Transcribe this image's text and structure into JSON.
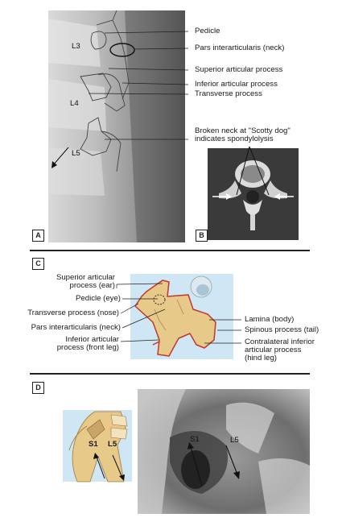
{
  "panels": {
    "a": "A",
    "b": "B",
    "c": "C",
    "d": "D"
  },
  "xray": {
    "l3": "L3",
    "l4": "L4",
    "l5": "L5"
  },
  "panel_a_labels": {
    "pedicle": "Pedicle",
    "pars": "Pars interarticularis (neck)",
    "superior": "Superior articular process",
    "inferior": "Inferior articular process",
    "transverse": "Transverse process"
  },
  "panel_b_caption": {
    "line1": "Broken neck at \"Scotty dog\"",
    "line2": "indicates spondylolysis"
  },
  "panel_c_labels": {
    "superior_1": "Superior articular",
    "superior_2": "process (ear)",
    "pedicle": "Pedicle (eye)",
    "transverse": "Transverse process (nose)",
    "pars": "Pars interarticularis (neck)",
    "inferior_1": "Inferior articular",
    "inferior_2": "process (front leg)",
    "lamina": "Lamina (body)",
    "spinous": "Spinous process (tail)",
    "contra_1": "Contralateral inferior",
    "contra_2": "articular process",
    "contra_3": "(hind leg)"
  },
  "panel_d_labels": {
    "s1_drawing": "S1",
    "l5_drawing": "L5",
    "s1_mri": "S1",
    "l5_mri": "L5"
  },
  "colors": {
    "bone": "#e7c98a",
    "outline": "#c0392b",
    "panel_bg": "#cfe6f5",
    "xray_dark": "#3a3a3a"
  }
}
